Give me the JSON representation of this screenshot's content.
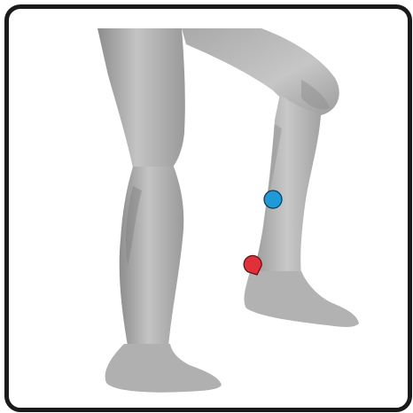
{
  "illustration": {
    "subject": "legs-anatomy-render",
    "markers": [
      {
        "name": "blue-point-marker",
        "color": "#1e9bd7"
      },
      {
        "name": "red-point-marker",
        "color": "#e0303a"
      }
    ]
  },
  "colors": {
    "frame_border": "#1a1a1a",
    "skin_light": "#b9b9b9",
    "skin_mid": "#9c9c9c",
    "skin_dark": "#7e7e7e",
    "background": "#ffffff"
  }
}
